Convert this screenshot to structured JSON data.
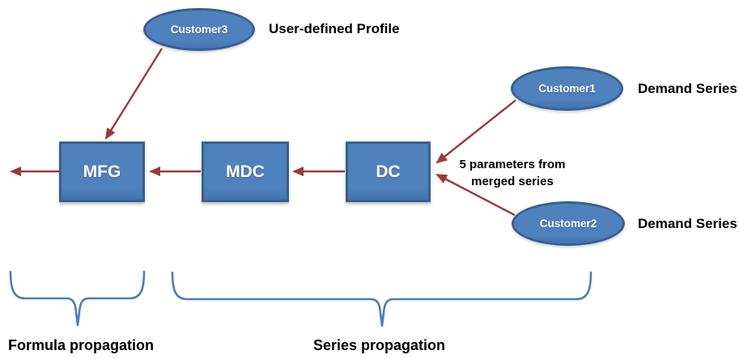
{
  "diagram": {
    "nodes": {
      "customer3": {
        "label": "Customer3",
        "shape": "ellipse"
      },
      "customer1": {
        "label": "Customer1",
        "shape": "ellipse"
      },
      "customer2": {
        "label": "Customer2",
        "shape": "ellipse"
      },
      "mfg": {
        "label": "MFG",
        "shape": "rect"
      },
      "mdc": {
        "label": "MDC",
        "shape": "rect"
      },
      "dc": {
        "label": "DC",
        "shape": "rect"
      }
    },
    "annotations": {
      "user_defined_profile": "User-defined Profile",
      "demand_series_top": "Demand Series",
      "demand_series_bottom": "Demand Series",
      "merged_line1": "5 parameters from",
      "merged_line2": "merged series",
      "formula_propagation": "Formula propagation",
      "series_propagation": "Series propagation"
    },
    "edges": [
      {
        "from": "customer3",
        "to": "mfg",
        "style": "arrow"
      },
      {
        "from": "mfg",
        "to": "offscreen-left",
        "style": "arrow"
      },
      {
        "from": "mdc",
        "to": "mfg",
        "style": "arrow"
      },
      {
        "from": "dc",
        "to": "mdc",
        "style": "arrow"
      },
      {
        "from": "customer1",
        "to": "dc",
        "style": "arrow"
      },
      {
        "from": "customer2",
        "to": "dc",
        "style": "arrow"
      }
    ],
    "colors": {
      "node_fill": "#4F81BD",
      "node_border": "#376092",
      "node_text": "#FFFFFF",
      "arrow": "#9E3A38",
      "brace": "#4A7EBB",
      "text": "#000000"
    }
  }
}
